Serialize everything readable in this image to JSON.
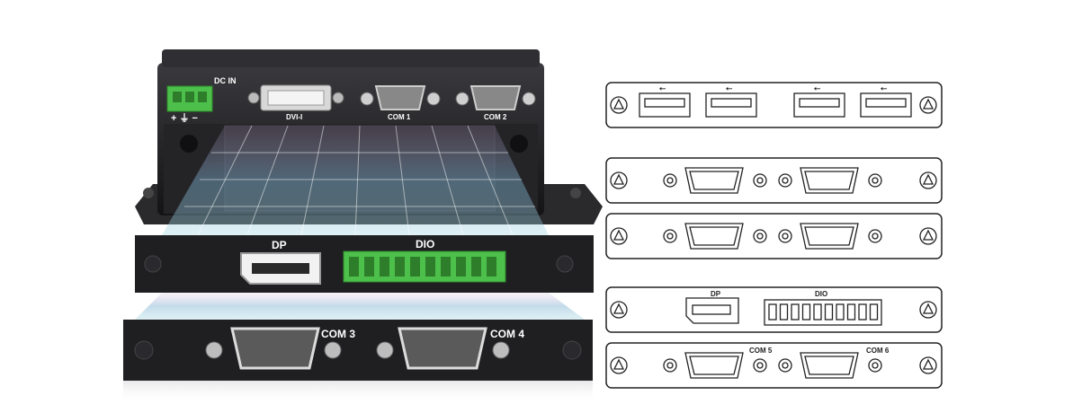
{
  "device": {
    "dc_in_label": "DC IN",
    "power_symbols": "+ ⏚ −",
    "dvi_label": "DVI-I",
    "com1_label": "COM 1",
    "com2_label": "COM 2"
  },
  "modules": {
    "dp_label": "DP",
    "dio_label": "DIO",
    "com3_label": "COM 3",
    "com4_label": "COM 4"
  },
  "diagram": {
    "dp_label": "DP",
    "dio_label": "DIO",
    "com5_label": "COM 5",
    "com6_label": "COM 6"
  },
  "colors": {
    "chassis": "#1c1c1e",
    "terminal_green": "#4cc04a",
    "light_beam": "#6fa8c8",
    "outline": "#222222"
  }
}
